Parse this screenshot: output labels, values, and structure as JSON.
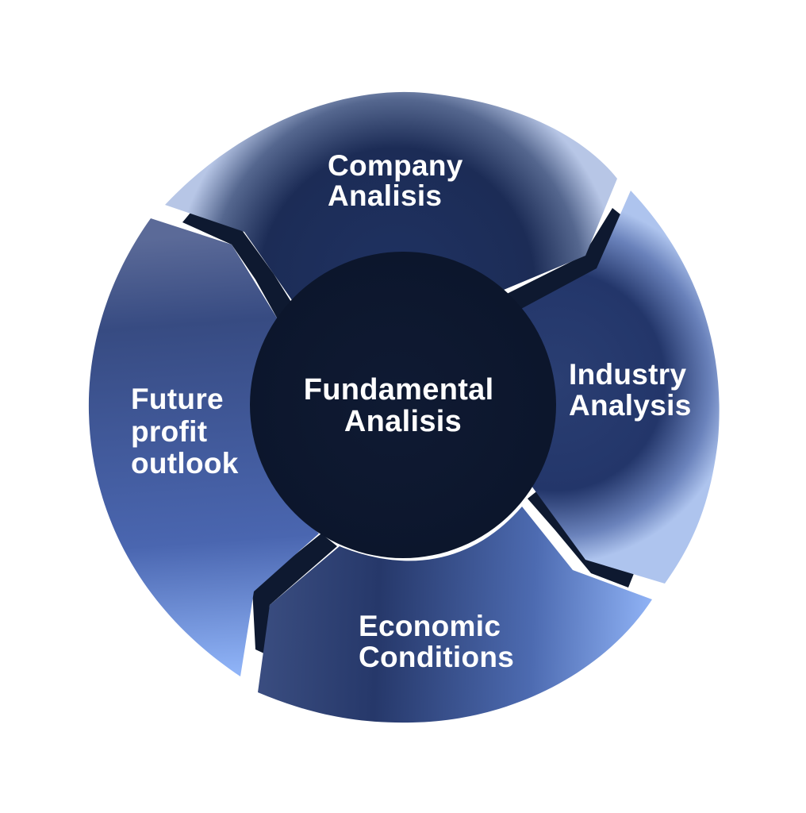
{
  "diagram": {
    "center": {
      "line1": "Fundamental",
      "line2": "Analisis"
    },
    "segments": {
      "top": {
        "line1": "Company",
        "line2": "Analisis"
      },
      "right": {
        "line1": "Industry",
        "line2": "Analysis"
      },
      "bottom": {
        "line1": "Economic",
        "line2": "Conditions"
      },
      "left": {
        "line1": "Future",
        "line2": "profit",
        "line3": "outlook"
      }
    },
    "colors": {
      "center_fill": "#0e1930",
      "connector": "#0e1930",
      "segment_light": "#8aaef2",
      "segment_dark": "#1c2a52"
    }
  }
}
